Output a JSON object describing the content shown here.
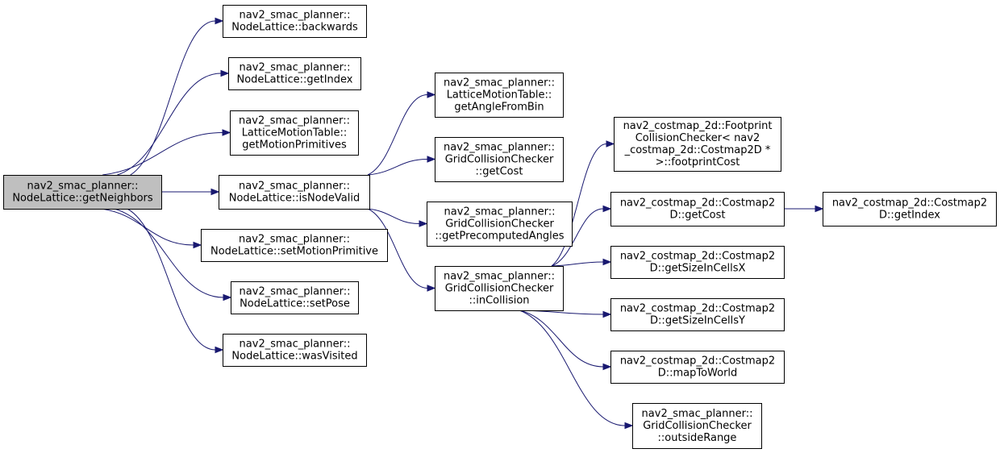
{
  "colors": {
    "node_fill": "#ffffff",
    "root_fill": "#bfbfbf",
    "border": "#000000",
    "edge": "#191970"
  },
  "nodes": [
    {
      "id": "getNeighbors",
      "lines": [
        "nav2_smac_planner::",
        "NodeLattice::getNeighbors"
      ],
      "root": true
    },
    {
      "id": "backwards",
      "lines": [
        "nav2_smac_planner::",
        "NodeLattice::backwards"
      ]
    },
    {
      "id": "getIndex",
      "lines": [
        "nav2_smac_planner::",
        "NodeLattice::getIndex"
      ]
    },
    {
      "id": "getMotionPrimitives",
      "lines": [
        "nav2_smac_planner::",
        "LatticeMotionTable::",
        "getMotionPrimitives"
      ]
    },
    {
      "id": "isNodeValid",
      "lines": [
        "nav2_smac_planner::",
        "NodeLattice::isNodeValid"
      ]
    },
    {
      "id": "setMotionPrimitive",
      "lines": [
        "nav2_smac_planner::",
        "NodeLattice::setMotionPrimitive"
      ]
    },
    {
      "id": "setPose",
      "lines": [
        "nav2_smac_planner::",
        "NodeLattice::setPose"
      ]
    },
    {
      "id": "wasVisited",
      "lines": [
        "nav2_smac_planner::",
        "NodeLattice::wasVisited"
      ]
    },
    {
      "id": "getAngleFromBin",
      "lines": [
        "nav2_smac_planner::",
        "LatticeMotionTable::",
        "getAngleFromBin"
      ]
    },
    {
      "id": "gccGetCost",
      "lines": [
        "nav2_smac_planner::",
        "GridCollisionChecker",
        "::getCost"
      ]
    },
    {
      "id": "getPrecomputedAngles",
      "lines": [
        "nav2_smac_planner::",
        "GridCollisionChecker",
        "::getPrecomputedAngles"
      ]
    },
    {
      "id": "inCollision",
      "lines": [
        "nav2_smac_planner::",
        "GridCollisionChecker",
        "::inCollision"
      ]
    },
    {
      "id": "footprintCost",
      "lines": [
        "nav2_costmap_2d::Footprint",
        "CollisionChecker< nav2",
        "_costmap_2d::Costmap2D *",
        ">::footprintCost"
      ]
    },
    {
      "id": "cmGetCost",
      "lines": [
        "nav2_costmap_2d::Costmap2",
        "D::getCost"
      ]
    },
    {
      "id": "getSizeInCellsX",
      "lines": [
        "nav2_costmap_2d::Costmap2",
        "D::getSizeInCellsX"
      ]
    },
    {
      "id": "getSizeInCellsY",
      "lines": [
        "nav2_costmap_2d::Costmap2",
        "D::getSizeInCellsY"
      ]
    },
    {
      "id": "mapToWorld",
      "lines": [
        "nav2_costmap_2d::Costmap2",
        "D::mapToWorld"
      ]
    },
    {
      "id": "outsideRange",
      "lines": [
        "nav2_smac_planner::",
        "GridCollisionChecker",
        "::outsideRange"
      ]
    },
    {
      "id": "cmGetIndex",
      "lines": [
        "nav2_costmap_2d::Costmap2",
        "D::getIndex"
      ]
    }
  ],
  "edges": [
    {
      "from": "getNeighbors",
      "to": "backwards"
    },
    {
      "from": "getNeighbors",
      "to": "getIndex"
    },
    {
      "from": "getNeighbors",
      "to": "getMotionPrimitives"
    },
    {
      "from": "getNeighbors",
      "to": "isNodeValid"
    },
    {
      "from": "getNeighbors",
      "to": "setMotionPrimitive"
    },
    {
      "from": "getNeighbors",
      "to": "setPose"
    },
    {
      "from": "getNeighbors",
      "to": "wasVisited"
    },
    {
      "from": "isNodeValid",
      "to": "getAngleFromBin"
    },
    {
      "from": "isNodeValid",
      "to": "gccGetCost"
    },
    {
      "from": "isNodeValid",
      "to": "getPrecomputedAngles"
    },
    {
      "from": "isNodeValid",
      "to": "inCollision"
    },
    {
      "from": "inCollision",
      "to": "footprintCost"
    },
    {
      "from": "inCollision",
      "to": "cmGetCost"
    },
    {
      "from": "inCollision",
      "to": "getSizeInCellsX"
    },
    {
      "from": "inCollision",
      "to": "getSizeInCellsY"
    },
    {
      "from": "inCollision",
      "to": "mapToWorld"
    },
    {
      "from": "inCollision",
      "to": "outsideRange"
    },
    {
      "from": "cmGetCost",
      "to": "cmGetIndex"
    }
  ]
}
